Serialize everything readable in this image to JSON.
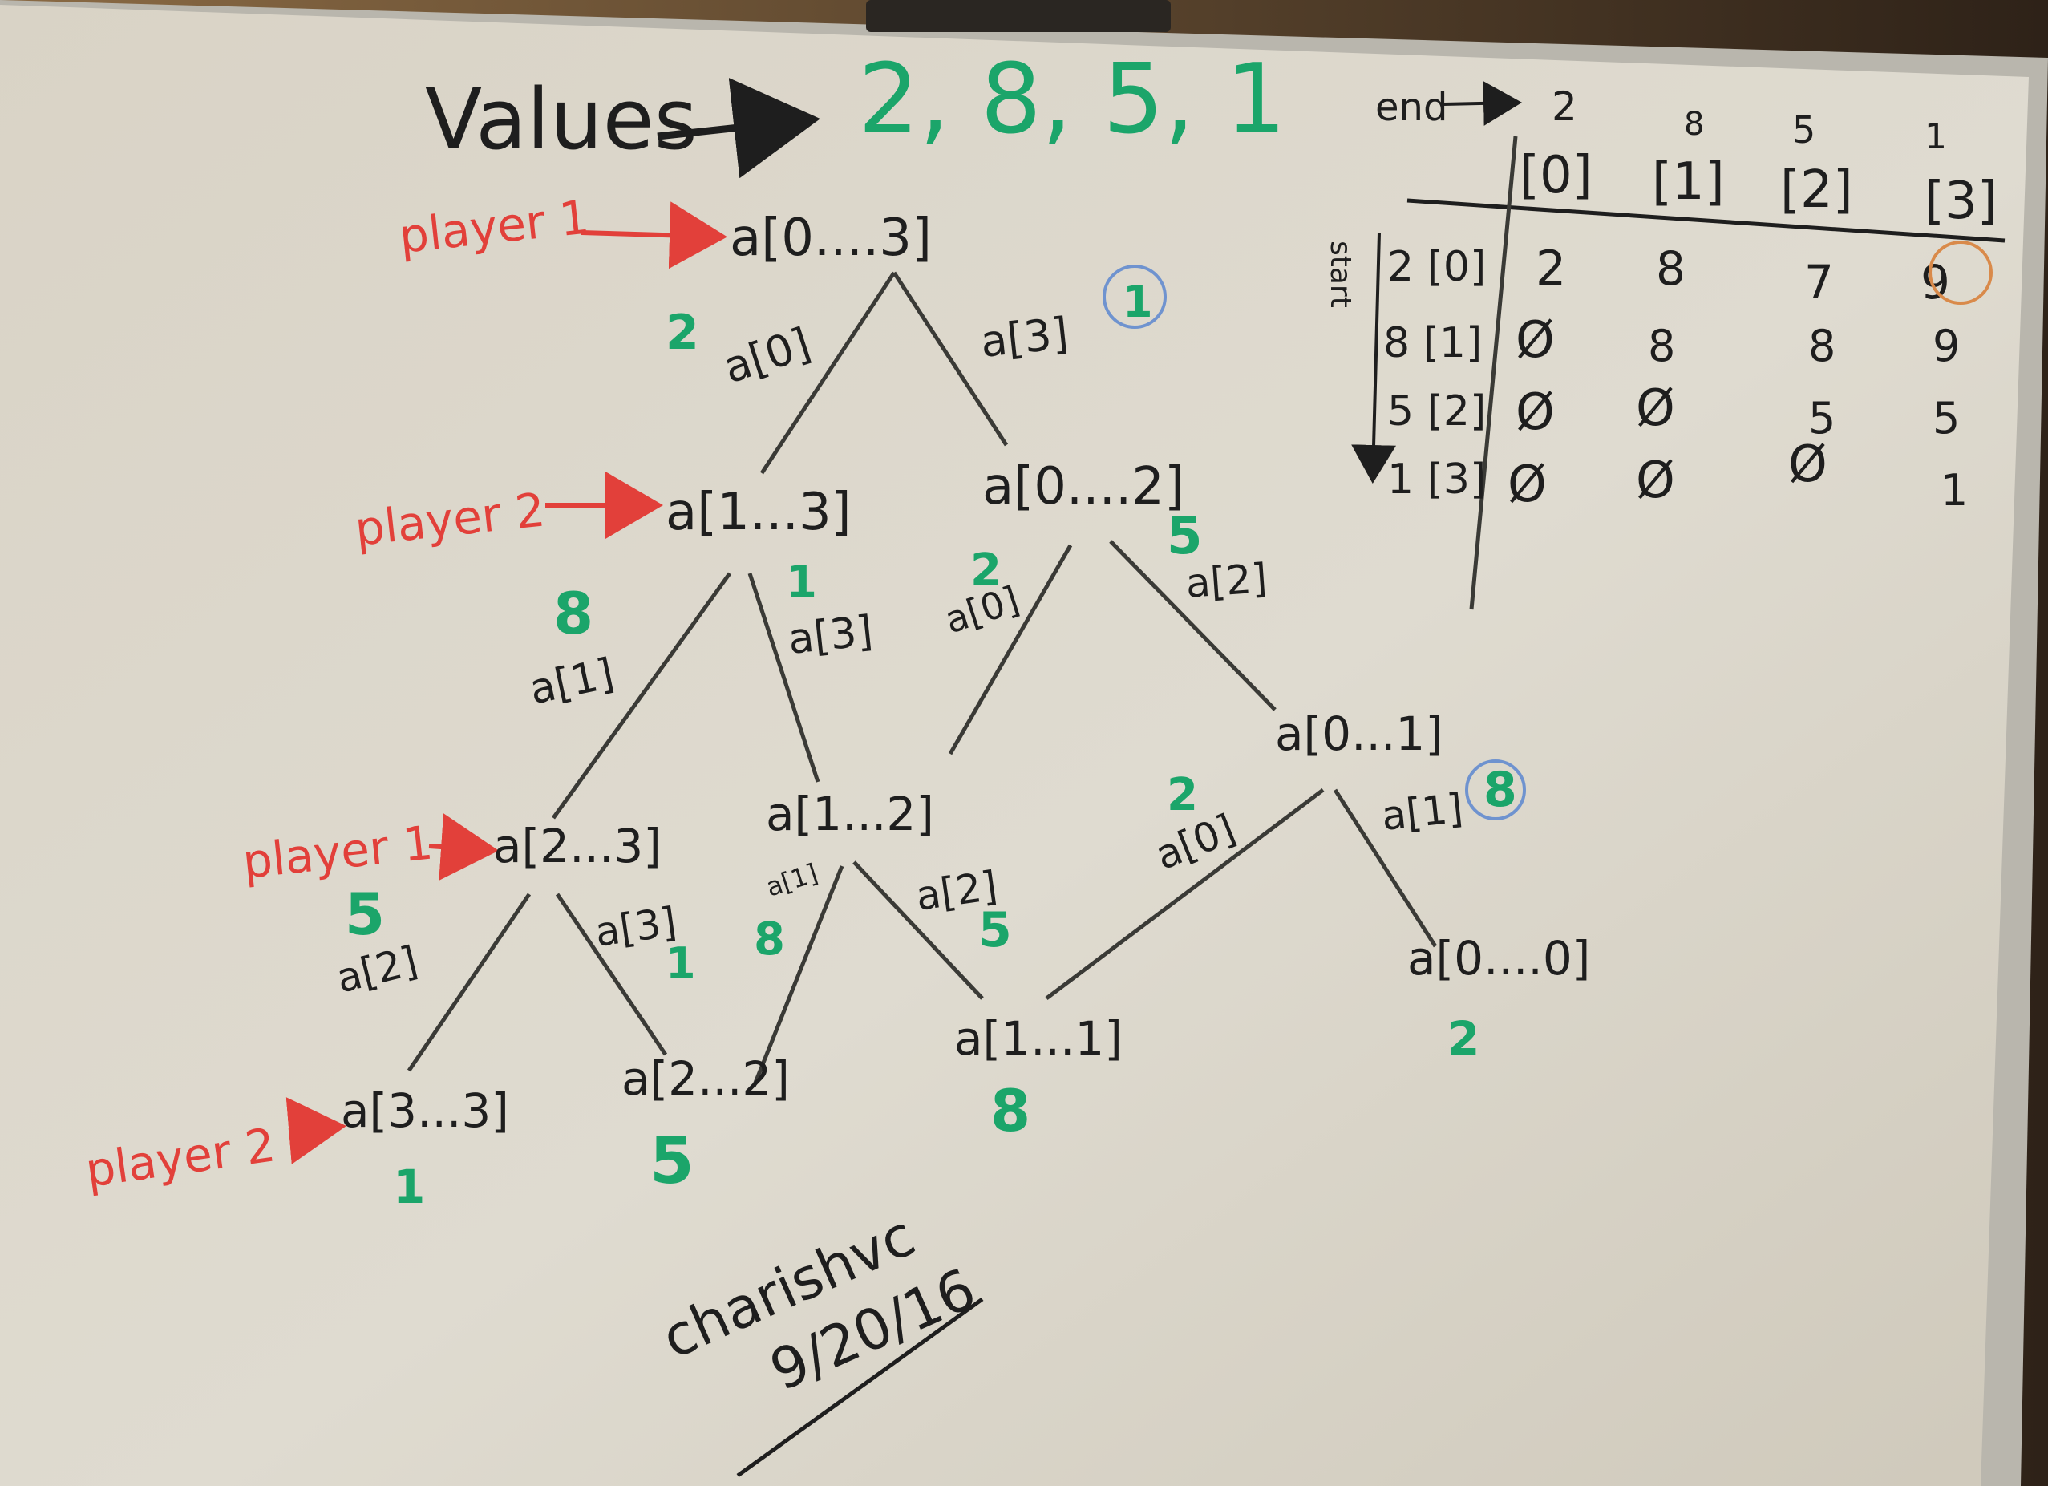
{
  "values_label": "Values",
  "values_list": "2, 8, 5, 1",
  "players": {
    "p1_top": "player 1",
    "p2_top": "player 2",
    "p1_mid": "player 1",
    "p2_bot": "player 2"
  },
  "nodes": {
    "root": "a[0....3]",
    "n13": "a[1...3]",
    "n02": "a[0....2]",
    "n23": "a[2...3]",
    "n12": "a[1...2]",
    "n01": "a[0...1]",
    "n33": "a[3...3]",
    "n22": "a[2...2]",
    "n11": "a[1...1]",
    "n00": "a[0....0]"
  },
  "edges": {
    "root_left": "a[0]",
    "root_right": "a[3]",
    "n13_left": "a[1]",
    "n13_right": "a[3]",
    "n02_left": "a[0]",
    "n02_right": "a[2]",
    "n23_left": "a[2]",
    "n23_right": "a[3]",
    "n12_left": "a[1]",
    "n12_right": "a[2]",
    "n01_left": "a[0]",
    "n01_right": "a[1]"
  },
  "scores": {
    "root_left": "2",
    "root_right": "1",
    "n13_left": "8",
    "n13_right": "1",
    "n02_left": "2",
    "n02_right": "5",
    "n23_left": "5",
    "n23_right": "1",
    "n12_left": "8",
    "n12_right": "5",
    "n01_left": "2",
    "n01_right": "8",
    "leaf33": "1",
    "leaf22": "5",
    "leaf11": "8",
    "leaf00": "2"
  },
  "table": {
    "end_label": "end",
    "start_label": "start",
    "col_values": [
      "2",
      "8",
      "5",
      "1"
    ],
    "col_indices": [
      "[0]",
      "[1]",
      "[2]",
      "[3]"
    ],
    "row_headers": [
      "2 [0]",
      "8 [1]",
      "5 [2]",
      "1 [3]"
    ],
    "cells": [
      [
        "2",
        "8",
        "7",
        "9"
      ],
      [
        "Ø",
        "8",
        "8",
        "9"
      ],
      [
        "Ø",
        "Ø",
        "5",
        "5"
      ],
      [
        "Ø",
        "Ø",
        "Ø",
        "1"
      ]
    ]
  },
  "signature": {
    "name": "charishvc",
    "date": "9/20/16"
  },
  "colors": {
    "ink_black": "#1e1e1e",
    "ink_green": "#1ba56a",
    "ink_red": "#e2403a",
    "ink_blue": "#6f93cf",
    "ink_orange": "#d98a4a",
    "board": "#ddd8cc"
  }
}
